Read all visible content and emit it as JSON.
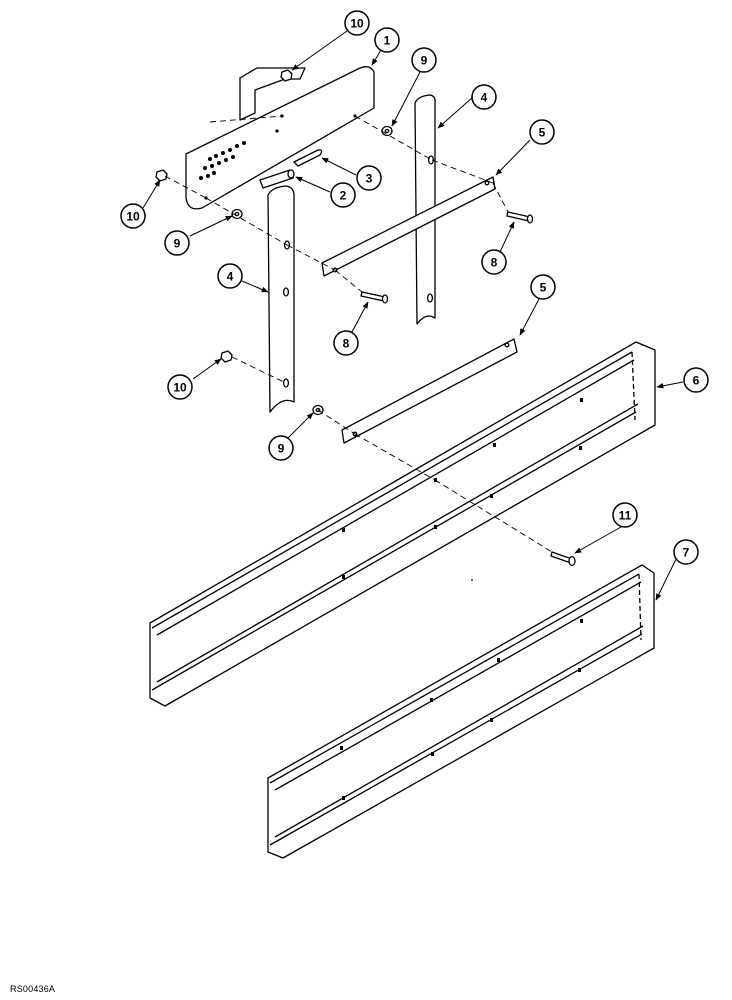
{
  "drawing_ref": "RS00436A",
  "callouts": [
    "1",
    "2",
    "3",
    "4",
    "4",
    "5",
    "5",
    "6",
    "7",
    "8",
    "8",
    "9",
    "9",
    "9",
    "10",
    "10",
    "10",
    "11"
  ],
  "colors": {
    "line": "#000000",
    "part_fill": "#ffffff",
    "background": "#ffffff"
  }
}
